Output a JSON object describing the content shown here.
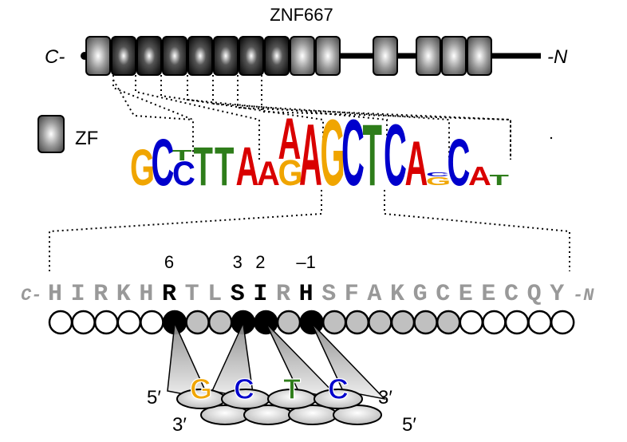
{
  "title": "ZNF667",
  "protein_ends": {
    "left": "C-",
    "right": "-N"
  },
  "legend": {
    "label": "ZF"
  },
  "motif": {
    "columns": [
      [
        {
          "b": "G",
          "h": 0.42
        }
      ],
      [
        {
          "b": "C",
          "h": 0.55
        }
      ],
      [
        {
          "b": "C",
          "h": 0.28
        },
        {
          "b": "T",
          "h": 0.12
        }
      ],
      [
        {
          "b": "T",
          "h": 0.45
        }
      ],
      [
        {
          "b": "T",
          "h": 0.45
        }
      ],
      [
        {
          "b": "A",
          "h": 0.45
        }
      ],
      [
        {
          "b": "A",
          "h": 0.28
        }
      ],
      [
        {
          "b": "G",
          "h": 0.3
        },
        {
          "b": "A",
          "h": 0.48
        }
      ],
      [
        {
          "b": "A",
          "h": 0.72
        }
      ],
      [
        {
          "b": "G",
          "h": 0.78
        }
      ],
      [
        {
          "b": "C",
          "h": 0.78
        }
      ],
      [
        {
          "b": "T",
          "h": 0.72
        }
      ],
      [
        {
          "b": "C",
          "h": 0.72
        }
      ],
      [
        {
          "b": "A",
          "h": 0.52
        }
      ],
      [
        {
          "b": "G",
          "h": 0.1
        },
        {
          "b": "C",
          "h": 0.05
        }
      ],
      [
        {
          "b": "C",
          "h": 0.55
        }
      ],
      [
        {
          "b": "A",
          "h": 0.22
        }
      ],
      [
        {
          "b": "T",
          "h": 0.12
        }
      ]
    ],
    "colors": {
      "A": "#d90000",
      "C": "#0000cc",
      "G": "#f0a500",
      "T": "#2e7d1a"
    }
  },
  "sequence": {
    "c_label": "C-",
    "n_label": "-N",
    "residues": [
      "H",
      "I",
      "R",
      "K",
      "H",
      "R",
      "T",
      "L",
      "S",
      "I",
      "R",
      "H",
      "S",
      "F",
      "A",
      "K",
      "G",
      "C",
      "E",
      "E",
      "C",
      "Q",
      "Y"
    ],
    "highlight": [
      5,
      8,
      9,
      11
    ],
    "position_labels": [
      "6",
      "3",
      "2",
      "–1"
    ]
  },
  "dna": {
    "bases": [
      "G",
      "C",
      "T",
      "C"
    ],
    "end_labels": {
      "top_left": "5′",
      "bottom_left": "3′",
      "top_right": "3′",
      "bottom_right": "5′"
    }
  },
  "colors": {
    "gray_text": "#999999",
    "highlight_text": "#000000",
    "filled_circle": "#000000",
    "gray_circle": "#c0c0c0",
    "open_circle": "#ffffff"
  }
}
